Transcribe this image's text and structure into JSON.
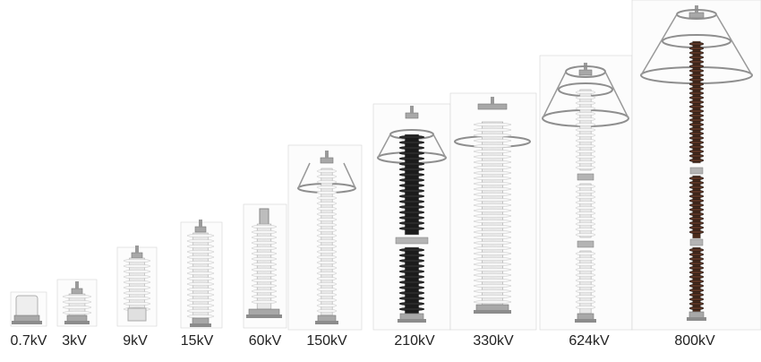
{
  "arresters": [
    {
      "rating": "0.7kV",
      "style": "white"
    },
    {
      "rating": "3kV",
      "style": "white"
    },
    {
      "rating": "9kV",
      "style": "white"
    },
    {
      "rating": "15kV",
      "style": "white"
    },
    {
      "rating": "60kV",
      "style": "white"
    },
    {
      "rating": "150kV",
      "style": "white"
    },
    {
      "rating": "210kV",
      "style": "black"
    },
    {
      "rating": "330kV",
      "style": "white"
    },
    {
      "rating": "624kV",
      "style": "white"
    },
    {
      "rating": "800kV",
      "style": "brown"
    }
  ],
  "colors": {
    "white_housing": "#e8e8e8",
    "white_shed": "#f6f6f6",
    "black_housing": "#1c1c1c",
    "brown_housing": "#4a2a1a",
    "metal": "#a8a8a8",
    "panel_border": "#d4d4d4"
  }
}
